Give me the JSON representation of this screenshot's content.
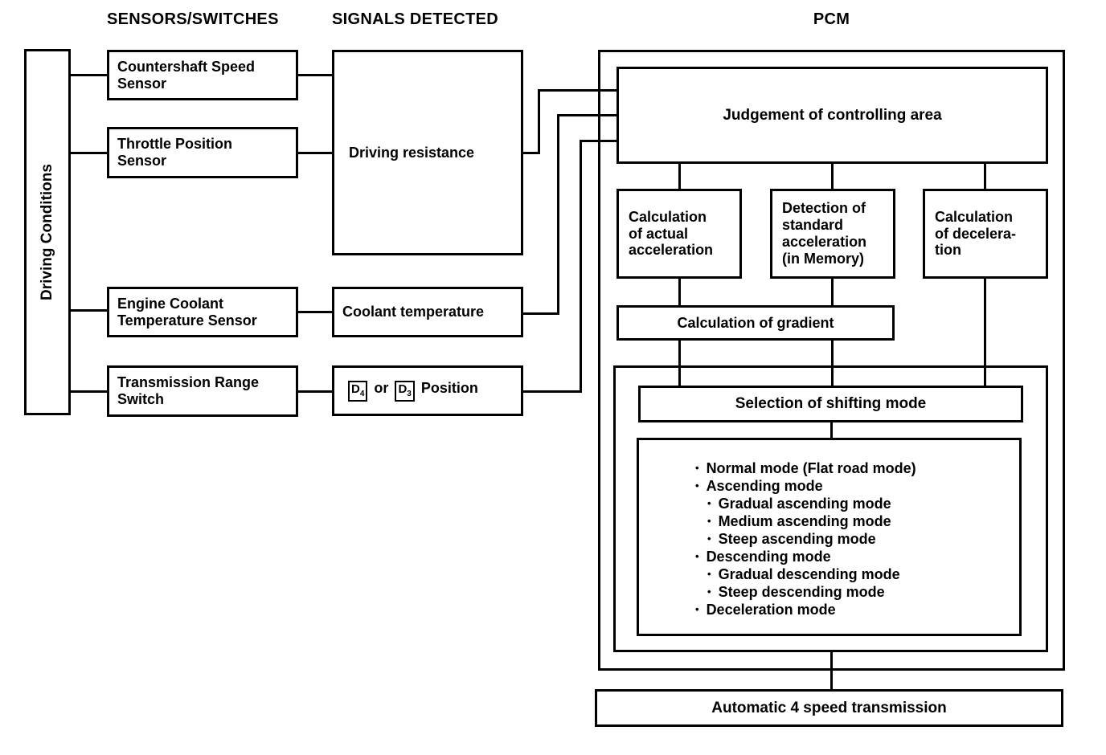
{
  "headers": {
    "sensors": "SENSORS/SWITCHES",
    "signals": "SIGNALS DETECTED",
    "pcm": "PCM"
  },
  "driving_conditions_label": "Driving Conditions",
  "sensors": [
    {
      "label": "Countershaft Speed\nSensor"
    },
    {
      "label": "Throttle Position\nSensor"
    },
    {
      "label": "Engine Coolant\nTemperature Sensor"
    },
    {
      "label": "Transmission Range\nSwitch"
    }
  ],
  "signals": {
    "driving_resistance": "Driving resistance",
    "coolant_temperature": "Coolant temperature",
    "position": {
      "d4_letter": "D",
      "d4_sub": "4",
      "or_word": "or",
      "d3_letter": "D",
      "d3_sub": "3",
      "suffix": "Position"
    }
  },
  "pcm": {
    "judgement_label": "Judgement of controlling area",
    "calc_actual_label": "Calculation\nof actual\nacceleration",
    "detection_label": "Detection of\nstandard\nacceleration\n(in Memory)",
    "calc_decel_label": "Calculation\nof decelera-\ntion",
    "gradient_label": "Calculation of gradient",
    "selection_label": "Selection of shifting mode",
    "modes": [
      {
        "label": "Normal mode (Flat road mode)",
        "level": 1
      },
      {
        "label": "Ascending mode",
        "level": 1
      },
      {
        "label": "Gradual ascending mode",
        "level": 2
      },
      {
        "label": "Medium ascending mode",
        "level": 2
      },
      {
        "label": "Steep ascending mode",
        "level": 2
      },
      {
        "label": "Descending mode",
        "level": 1
      },
      {
        "label": "Gradual descending mode",
        "level": 2
      },
      {
        "label": "Steep descending mode",
        "level": 2
      },
      {
        "label": "Deceleration mode",
        "level": 1
      }
    ]
  },
  "output_label": "Automatic 4 speed transmission",
  "colors": {
    "ink": "#000000",
    "paper": "#ffffff"
  }
}
